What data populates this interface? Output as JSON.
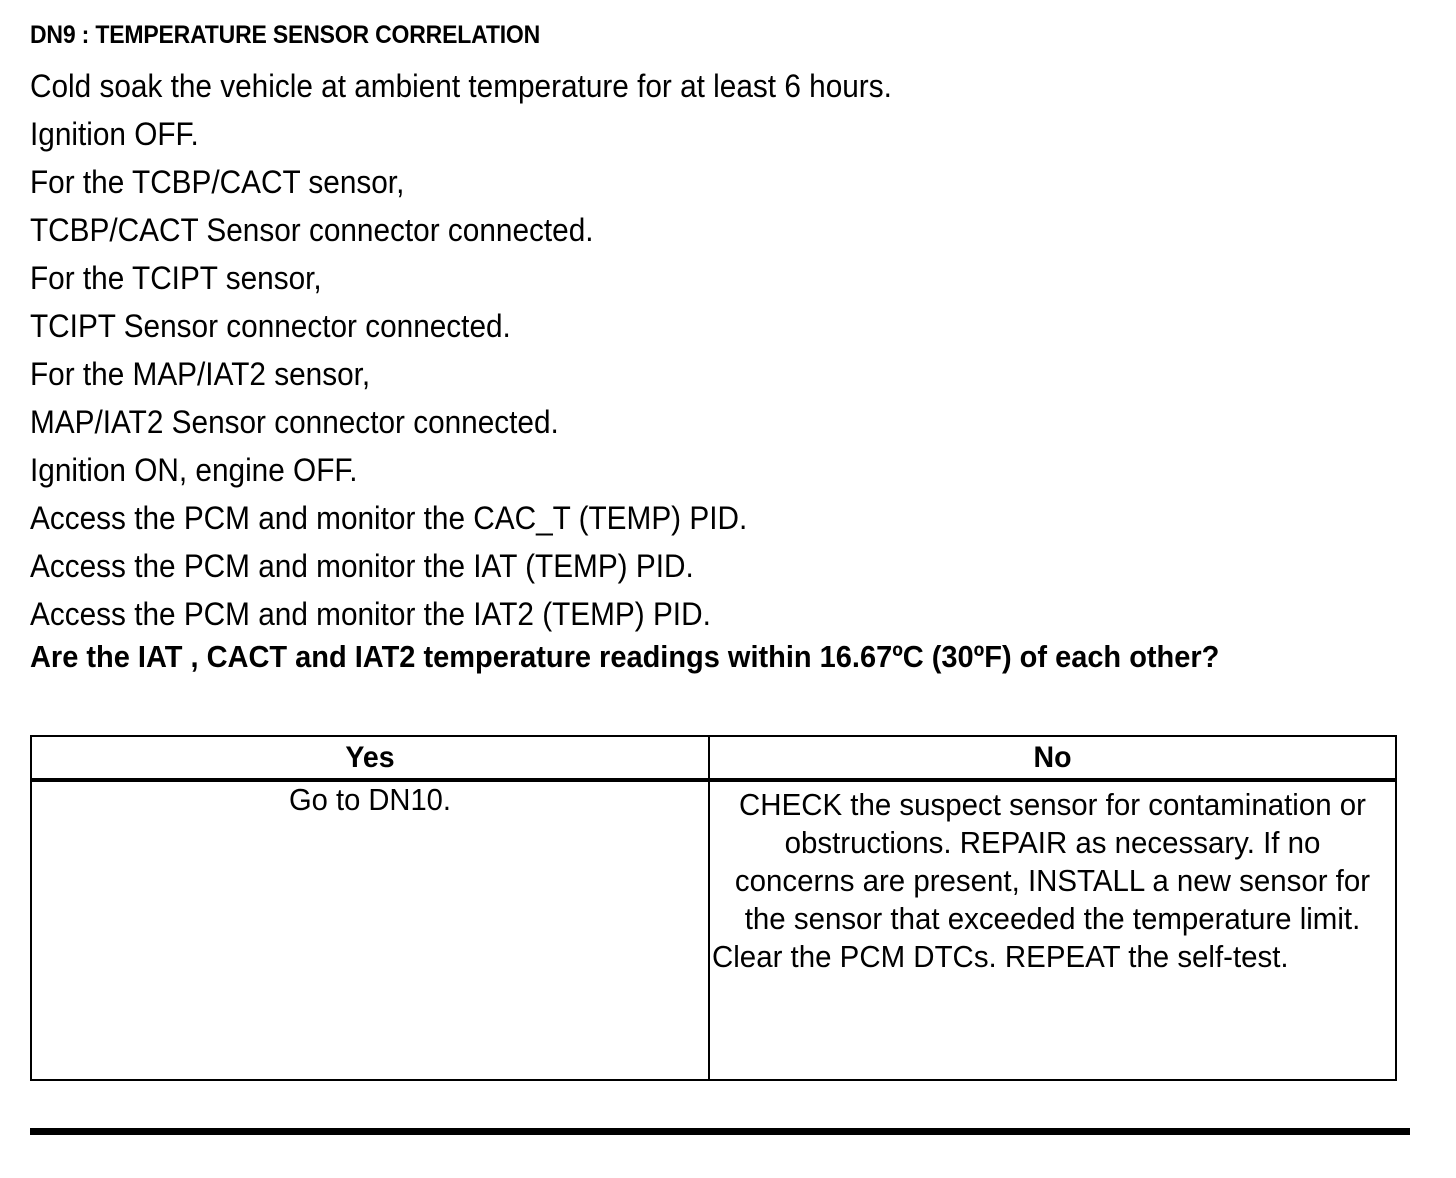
{
  "document": {
    "procedure_title": "DN9 : TEMPERATURE SENSOR CORRELATION",
    "steps": [
      "Cold soak the vehicle at ambient temperature for at least 6 hours.",
      "Ignition OFF.",
      "For the TCBP/CACT sensor,",
      "TCBP/CACT Sensor connector connected.",
      "For the TCIPT sensor,",
      "TCIPT Sensor connector connected.",
      "For the MAP/IAT2 sensor,",
      "MAP/IAT2 Sensor connector connected.",
      "Ignition ON, engine OFF.",
      "Access the PCM and monitor the  CAC_T (TEMP) PID.",
      "Access the PCM and monitor the  IAT (TEMP) PID.",
      "Access the PCM and monitor the  IAT2 (TEMP) PID."
    ],
    "question": "Are the IAT , CACT and IAT2 temperature readings within 16.67ºC (30ºF) of each other?",
    "decision_table": {
      "headers": [
        "Yes",
        "No"
      ],
      "yes_cell": "Go to DN10.",
      "no_cell": {
        "paragraph_1": "CHECK the suspect sensor for contamination or obstructions. REPAIR as necessary. If no concerns are present, INSTALL a new sensor for the sensor that exceeded the temperature limit.",
        "paragraph_2": "Clear the PCM DTCs. REPEAT the self-test."
      }
    },
    "colors": {
      "text": "#000000",
      "background": "#ffffff",
      "border": "#000000"
    }
  }
}
